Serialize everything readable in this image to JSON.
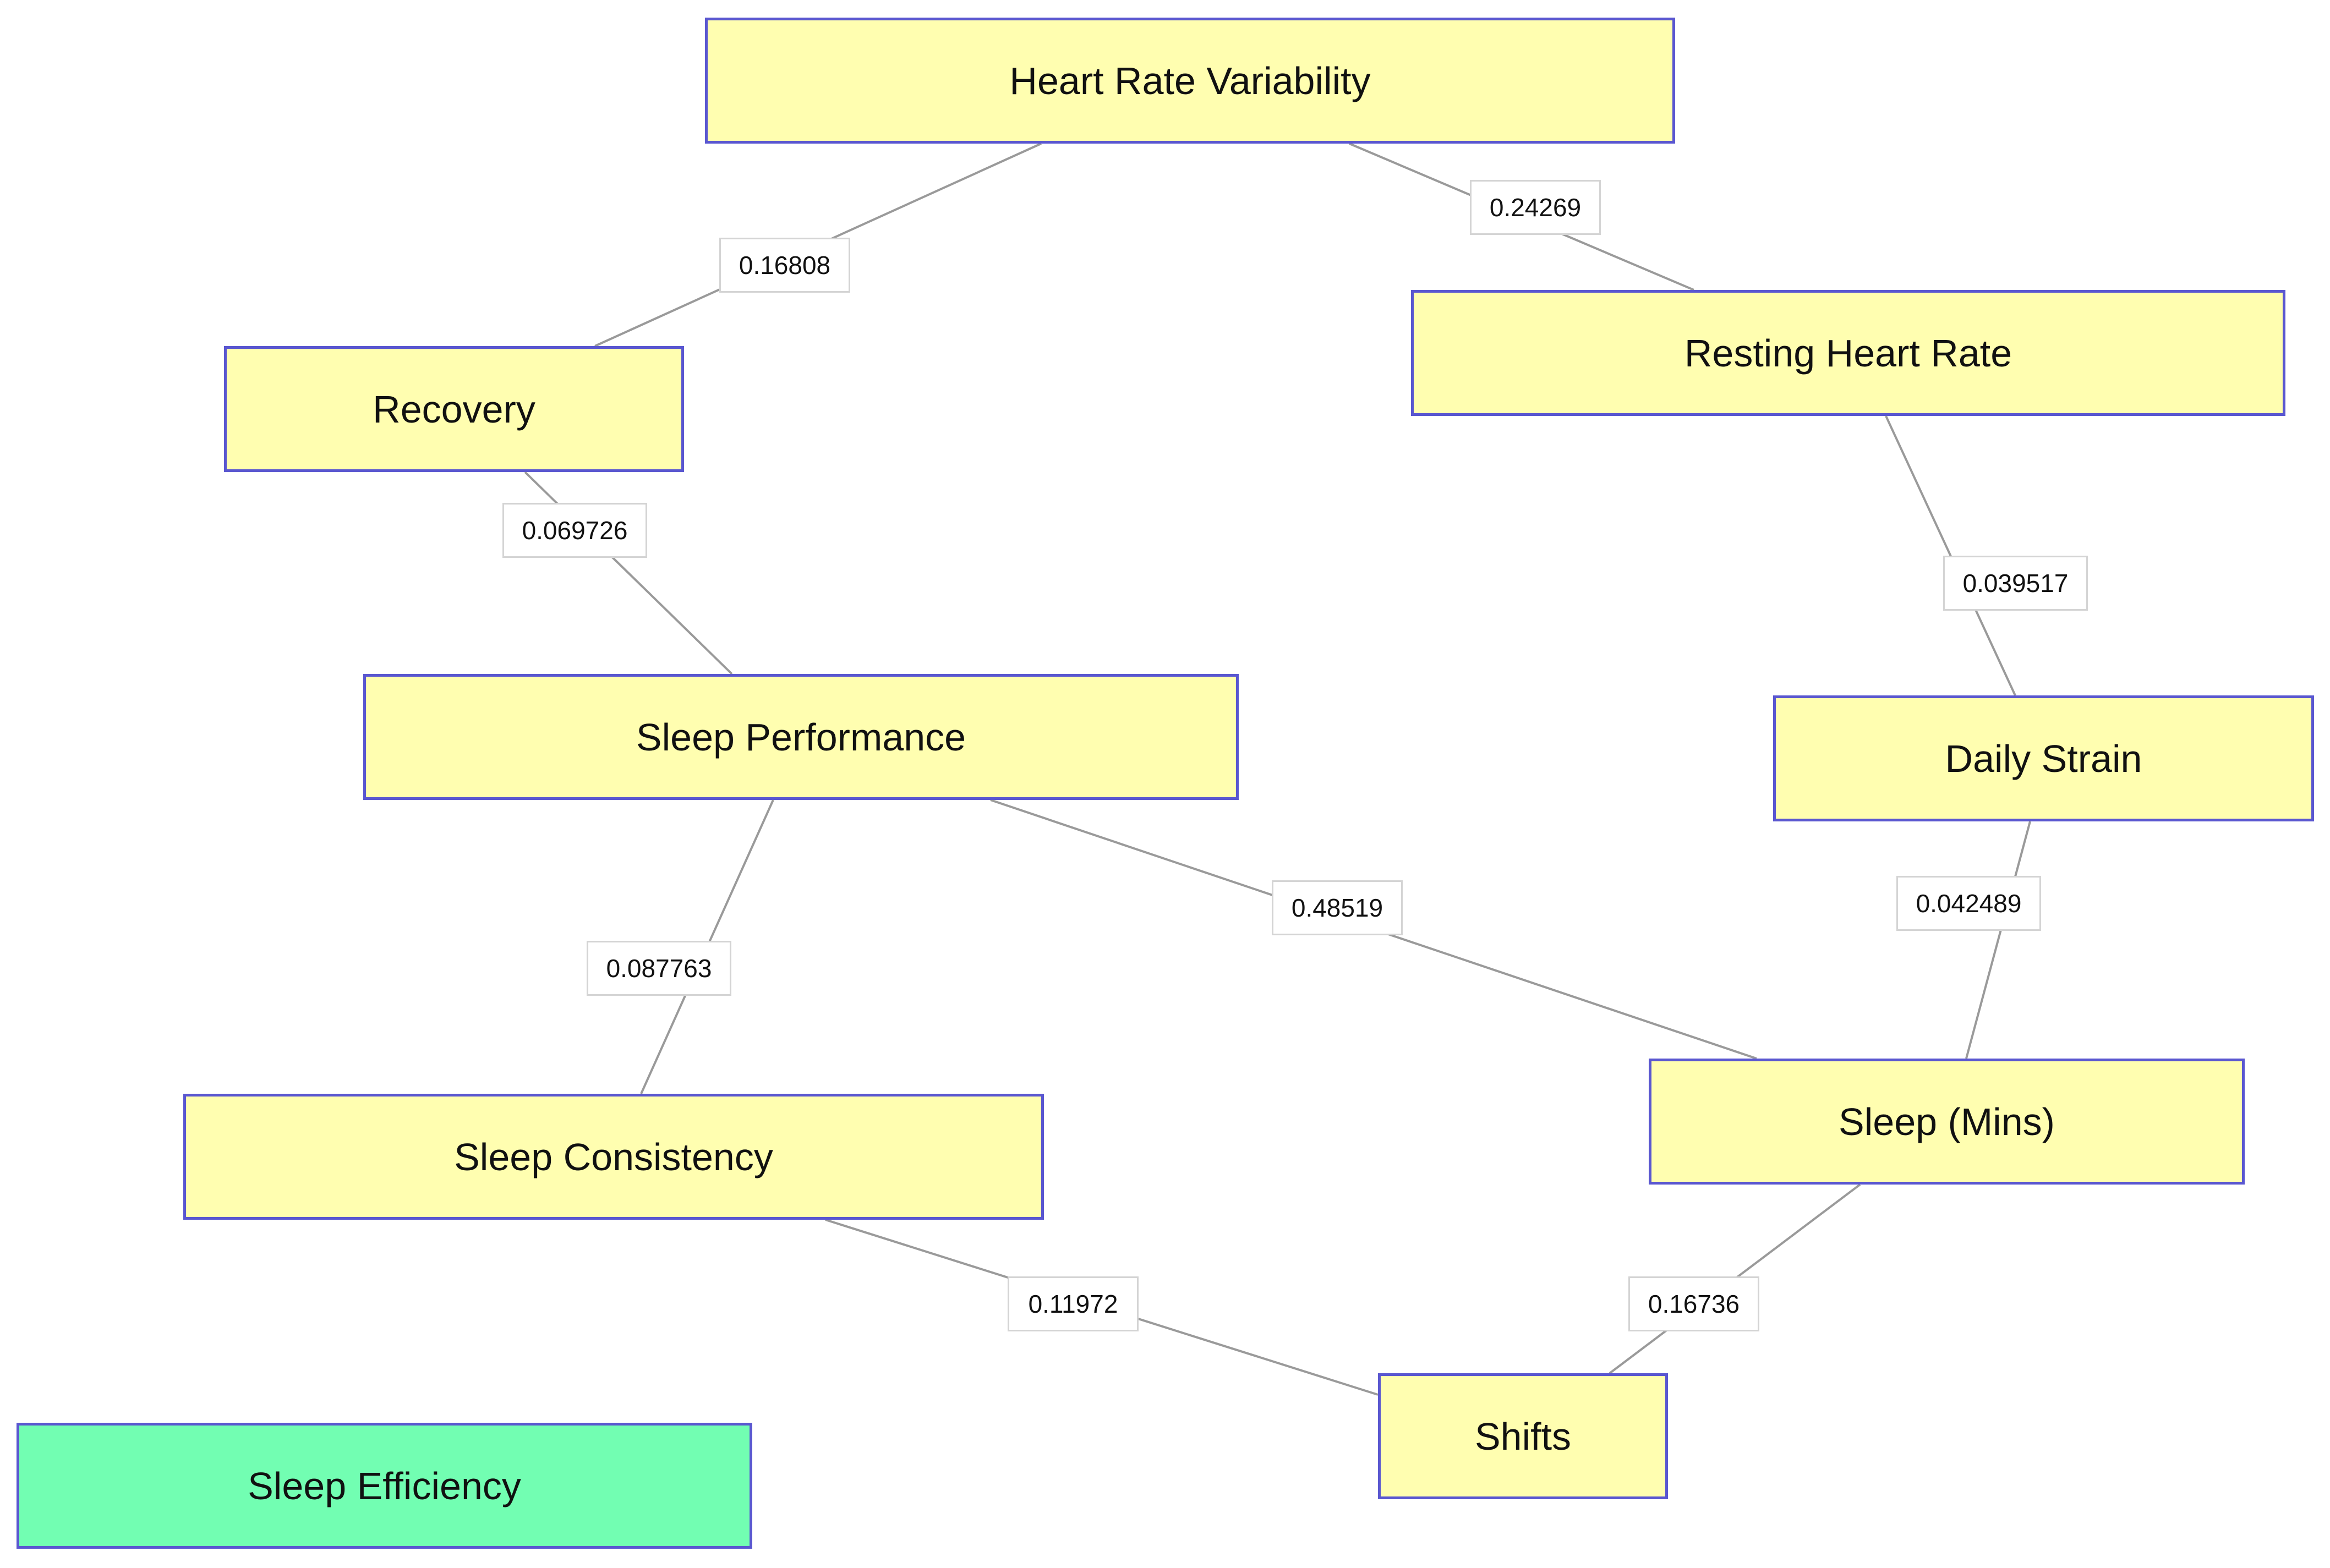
{
  "nodes": {
    "hrv": "Heart Rate Variability",
    "rhr": "Resting Heart Rate",
    "recovery": "Recovery",
    "sleep_performance": "Sleep Performance",
    "daily_strain": "Daily Strain",
    "sleep_mins": "Sleep (Mins)",
    "sleep_consistency": "Sleep Consistency",
    "shifts": "Shifts",
    "sleep_efficiency": "Sleep Efficiency"
  },
  "edges": {
    "hrv_recovery": "0.16808",
    "hrv_rhr": "0.24269",
    "recovery_sleep_performance": "0.069726",
    "rhr_daily_strain": "0.039517",
    "sleep_performance_sleep_mins": "0.48519",
    "daily_strain_sleep_mins": "0.042489",
    "sleep_performance_sleep_consistency": "0.087763",
    "sleep_consistency_shifts": "0.11972",
    "sleep_mins_shifts": "0.16736"
  },
  "colors": {
    "node_fill": "#fffeb0",
    "isolated_node_fill": "#72feb2",
    "node_border": "#5a57d0",
    "edge_line": "#9a9a9a",
    "label_border": "#d4d4d4"
  }
}
